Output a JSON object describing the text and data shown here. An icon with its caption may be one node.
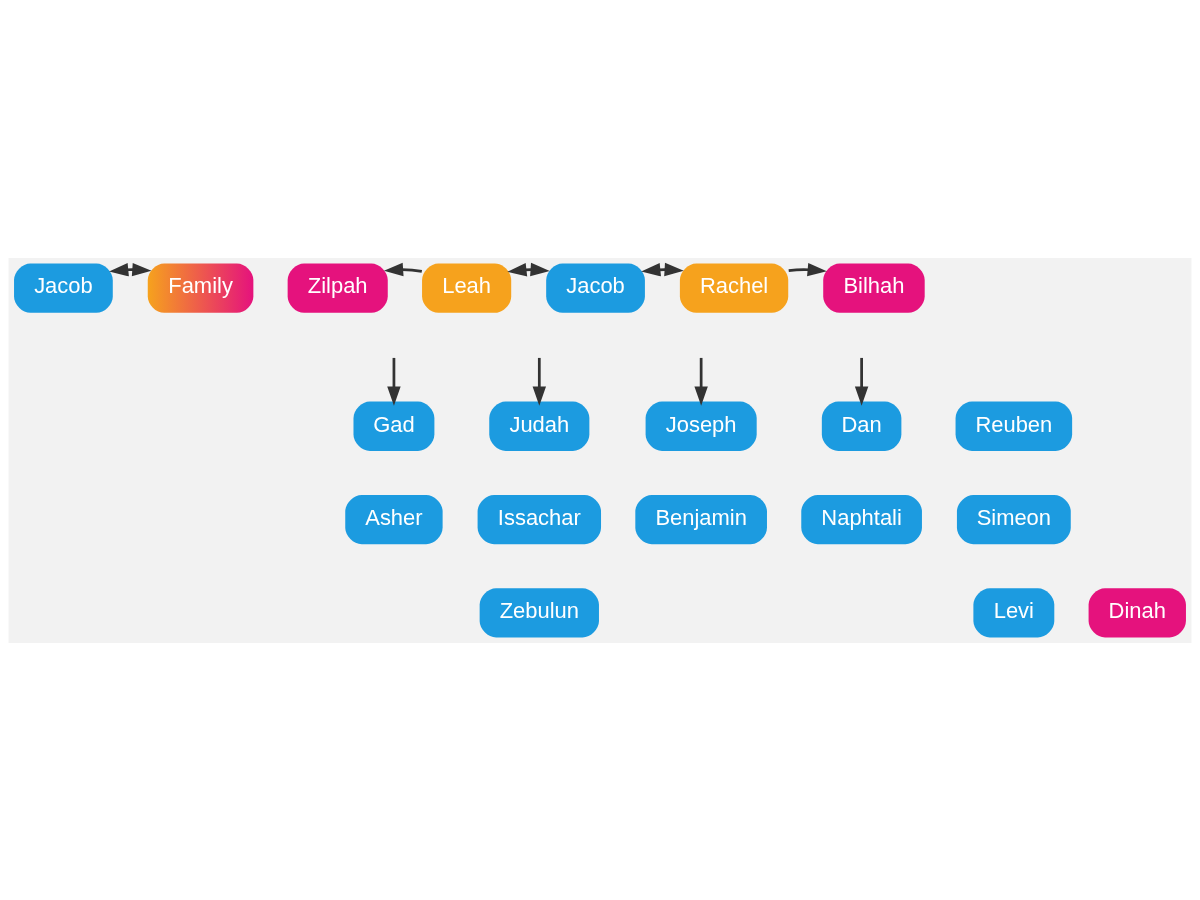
{
  "diagram": {
    "nodes": [
      {
        "text": [
          "Jacob"
        ]
      },
      {
        "text": [
          "Family"
        ]
      },
      {
        "text": [
          "Zilpah"
        ]
      },
      {
        "text": [
          "Leah"
        ]
      },
      {
        "text": [
          "Jacob"
        ]
      },
      {
        "text": [
          "Rachel"
        ]
      },
      {
        "text": [
          "Bilhah"
        ]
      },
      {
        "text": [
          "Gad"
        ]
      },
      {
        "text": [
          "Asher"
        ]
      },
      {
        "text": [
          "Reuben"
        ]
      },
      {
        "text": [
          "Simeon"
        ]
      },
      {
        "text": [
          "Levi"
        ]
      },
      {
        "text": [
          "Judah"
        ]
      },
      {
        "text": [
          "Issachar"
        ]
      },
      {
        "text": [
          "Zebulun"
        ]
      },
      {
        "text": [
          "Dinah"
        ]
      },
      {
        "text": [
          "Joseph"
        ]
      },
      {
        "text": [
          "Benjamin"
        ]
      },
      {
        "text": [
          "Dan"
        ]
      },
      {
        "text": [
          "Naphtali"
        ]
      }
    ],
    "edges": [
      {
        "from": 0,
        "to": 1,
        "arrow": "both"
      },
      {
        "from": 3,
        "to": 2,
        "arrow": "to"
      },
      {
        "from": 3,
        "to": 4,
        "arrow": "both"
      },
      {
        "from": 4,
        "to": 5,
        "arrow": "both"
      },
      {
        "from": 5,
        "to": 6,
        "arrow": "to"
      },
      {
        "from": null,
        "to": 7,
        "arrow": "to"
      },
      {
        "from": null,
        "to": 12,
        "arrow": "to"
      },
      {
        "from": null,
        "to": 16,
        "arrow": "to"
      },
      {
        "from": null,
        "to": 18,
        "arrow": "to"
      }
    ]
  }
}
